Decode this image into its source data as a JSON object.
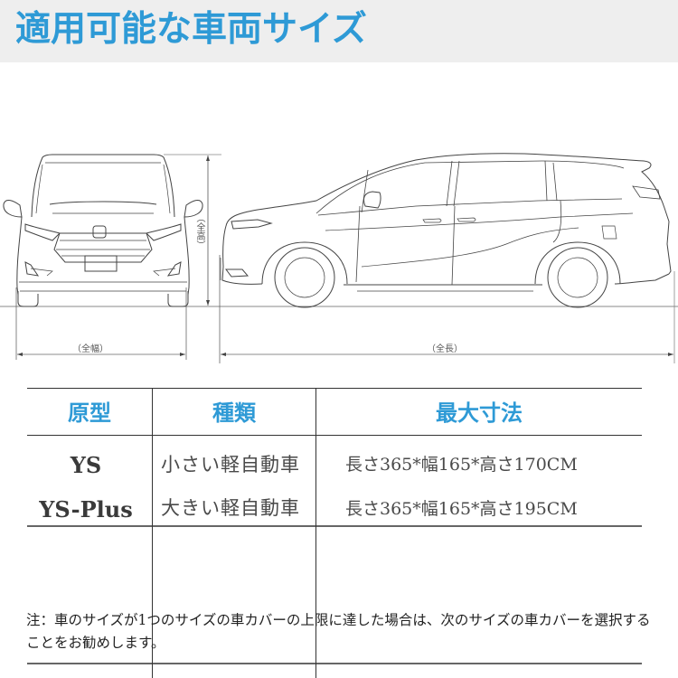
{
  "header": {
    "title": "適用可能な車両サイズ",
    "title_color": "#2e9ad6",
    "background": "#eeeeee"
  },
  "diagram": {
    "front_view": {
      "icon": "car-front-view-icon",
      "width_label": "（全幅）",
      "height_label": "（全高）"
    },
    "side_view": {
      "icon": "car-side-view-icon",
      "length_label": "（全長）"
    }
  },
  "table": {
    "headers": [
      "原型",
      "種類",
      "最大寸法"
    ],
    "header_color": "#2e9ad6",
    "rows": [
      {
        "model": "YS",
        "type": "小さい軽自動車",
        "max_dimensions": "長さ365*幅165*高さ170CM"
      },
      {
        "model": "YS-Plus",
        "type": "大きい軽自動車",
        "max_dimensions": "長さ365*幅165*高さ195CM"
      }
    ],
    "note": "注：車のサイズが1つのサイズの車カバーの上限に達した場合は、次のサイズの車カバーを選択することをお勧めします。"
  }
}
